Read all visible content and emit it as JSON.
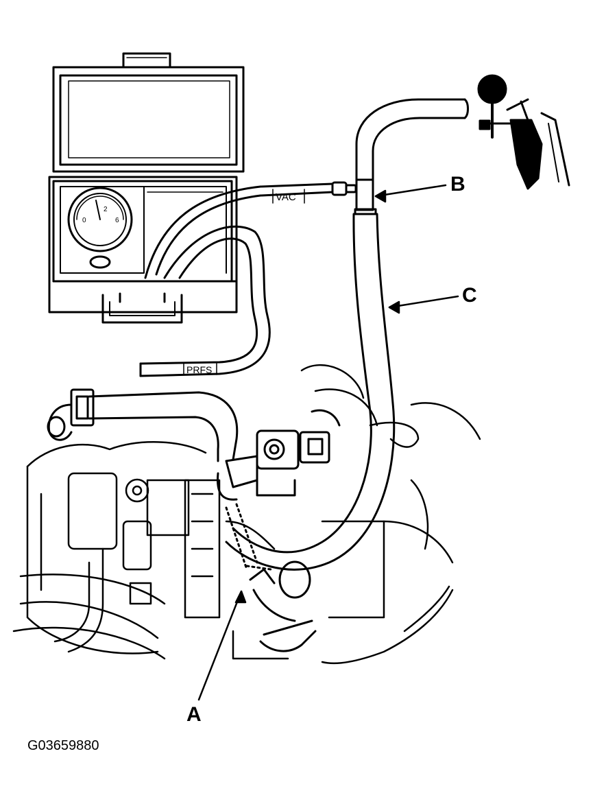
{
  "labels": {
    "a": "A",
    "b": "B",
    "c": "C"
  },
  "hose_markings": {
    "vac": "VAC",
    "prfs": "PRFS"
  },
  "gauge": {
    "scale_left": "0",
    "scale_mid": "2",
    "scale_right": "6"
  },
  "figure_id": "G03659880",
  "colors": {
    "ink": "#000000",
    "paper": "#ffffff"
  }
}
